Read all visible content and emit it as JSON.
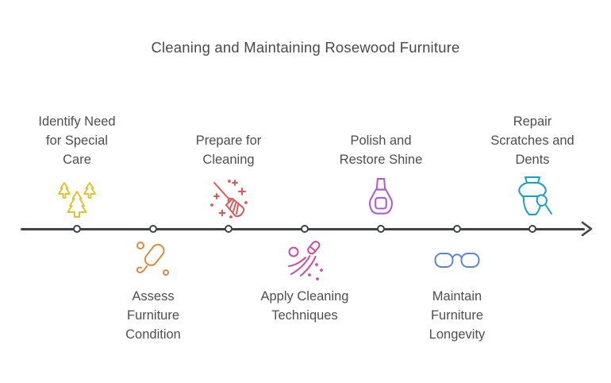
{
  "title": "Cleaning and Maintaining Rosewood Furniture",
  "text_color": "#4e4e4e",
  "timeline": {
    "line_color": "#3f4347",
    "node_fill": "#ffffff",
    "direction": "left-to-right",
    "node_count": 7
  },
  "steps": [
    {
      "label": "Identify Need for Special Care",
      "lines": [
        "Identify Need",
        "for Special",
        "Care"
      ],
      "icon": "pine-trees-icon",
      "color": "#e2c230",
      "position": "above"
    },
    {
      "label": "Assess Furniture Condition",
      "lines": [
        "Assess",
        "Furniture",
        "Condition"
      ],
      "icon": "duster-icon",
      "color": "#dd8a3d",
      "position": "below"
    },
    {
      "label": "Prepare for Cleaning",
      "lines": [
        "Prepare for",
        "Cleaning"
      ],
      "icon": "broom-sparkles-icon",
      "color": "#dc5858",
      "position": "above"
    },
    {
      "label": "Apply Cleaning Techniques",
      "lines": [
        "Apply Cleaning",
        "Techniques"
      ],
      "icon": "makeup-brush-icon",
      "color": "#d14a9f",
      "position": "below"
    },
    {
      "label": "Polish and Restore Shine",
      "lines": [
        "Polish and",
        "Restore Shine"
      ],
      "icon": "nail-polish-icon",
      "color": "#ad5cd8",
      "position": "above"
    },
    {
      "label": "Maintain Furniture Longevity",
      "lines": [
        "Maintain",
        "Furniture",
        "Longevity"
      ],
      "icon": "eyeglasses-icon",
      "color": "#5b85d8",
      "position": "below"
    },
    {
      "label": "Repair Scratches and Dents",
      "lines": [
        "Repair",
        "Scratches and",
        "Dents"
      ],
      "icon": "vase-repair-icon",
      "color": "#18a0c8",
      "position": "above"
    }
  ]
}
